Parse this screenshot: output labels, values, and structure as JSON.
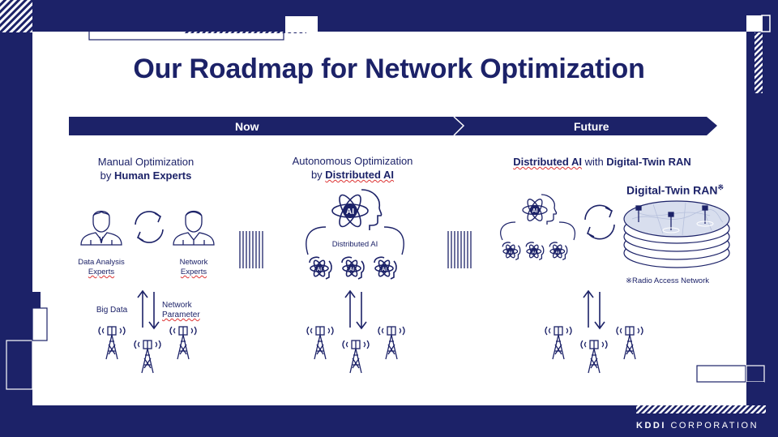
{
  "title": "Our Roadmap for Network Optimization",
  "timeline": {
    "now_label": "Now",
    "future_label": "Future"
  },
  "col1": {
    "heading_line1": "Manual Optimization",
    "heading_by": "by ",
    "heading_bold": "Human Experts",
    "left_person_label_1": "Data Analysis",
    "left_person_label_2": "Experts",
    "right_person_label_1": "Network",
    "right_person_label_2": "Experts",
    "up_arrow_label": "Big Data",
    "down_arrow_label_1": "Network",
    "down_arrow_label_2": "Parameter"
  },
  "col2": {
    "heading_line1": "Autonomous Optimization",
    "heading_by": "by ",
    "heading_bold": "Distributed AI",
    "ai_center_text": "AI",
    "distributed_label": "Distributed AI",
    "small_ai_text": "AI"
  },
  "col3": {
    "heading_bold1": "Distributed AI",
    "heading_with": " with ",
    "heading_bold2": "Digital-Twin RAN",
    "dt_label": "Digital-Twin RAN",
    "dt_mark": "※",
    "ai_text": "AI",
    "footnote": "※Radio Access Network"
  },
  "footer": {
    "company_bold": "KDDI",
    "company_rest": " CORPORATION"
  },
  "colors": {
    "navy": "#1c2268",
    "white": "#ffffff"
  }
}
